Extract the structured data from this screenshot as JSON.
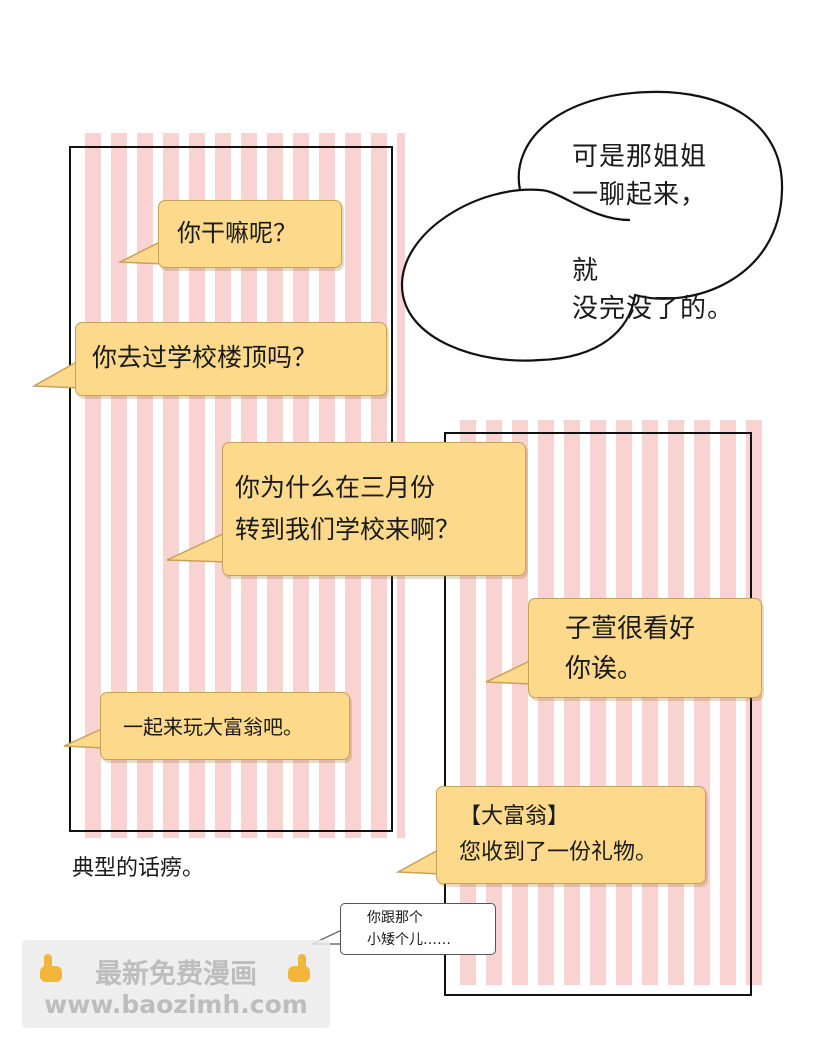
{
  "speech_bubble": {
    "text": "可是那姐姐\n一聊起来，\n\n就\n没完没了的。"
  },
  "left_panel": {
    "messages": [
      {
        "text": "你干嘛呢？"
      },
      {
        "text": "你去过学校楼顶吗？"
      },
      {
        "text": "你为什么在三月份\n转到我们学校来啊？"
      },
      {
        "text": "一起来玩大富翁吧。"
      }
    ]
  },
  "caption": "典型的话痨。",
  "right_panel": {
    "messages": [
      {
        "text": "子萱很看好\n你诶。"
      },
      {
        "text": "【大富翁】\n您收到了一份礼物。"
      },
      {
        "text": "你跟那个\n小矮个儿……"
      }
    ]
  },
  "watermark": {
    "line1": "最新免费漫画",
    "line2": "www.baozimh.com",
    "icon": "pointing-hand-icon"
  },
  "colors": {
    "bubble_fill": "#fdd98c",
    "stripe_pink": "#f9d2d2",
    "frame": "#111111"
  }
}
